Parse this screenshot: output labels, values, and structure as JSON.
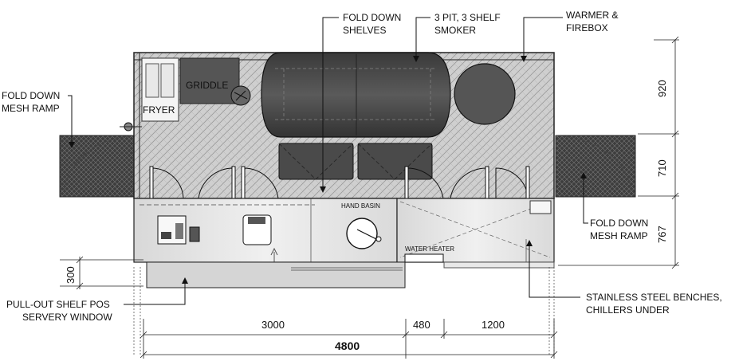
{
  "labels": {
    "fold_down_shelves": [
      "FOLD DOWN",
      "SHELVES"
    ],
    "smoker": [
      "3 PIT, 3 SHELF",
      "SMOKER"
    ],
    "warmer_firebox": [
      "WARMER &",
      "FIREBOX"
    ],
    "left_ramp": [
      "FOLD DOWN",
      "MESH RAMP"
    ],
    "right_ramp": [
      "FOLD DOWN",
      "MESH RAMP"
    ],
    "pos_shelf": [
      "PULL-OUT SHELF POS",
      "SERVERY WINDOW"
    ],
    "benches": [
      "STAINLESS STEEL BENCHES,",
      "CHILLERS UNDER"
    ],
    "fryer": "FRYER",
    "griddle": "GRIDDLE",
    "hand_basin": "HAND BASIN",
    "water_heater": "WATER HEATER"
  },
  "dimensions": {
    "horizontal": [
      "3000",
      "480",
      "1200"
    ],
    "total": "4800",
    "vertical": [
      "920",
      "710",
      "767"
    ],
    "shelf_depth": "300"
  },
  "colors": {
    "floor": "#cfcfcf",
    "equipment": "#4a4a4a",
    "bench": "#e6e6e6",
    "line": "#222222"
  }
}
